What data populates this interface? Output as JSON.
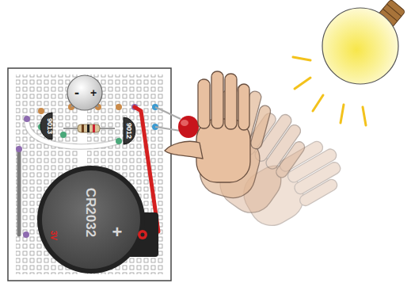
{
  "diagram": {
    "labels": [
      "-",
      "+",
      "9013",
      "9012",
      "CR2032",
      "3V",
      "+"
    ]
  }
}
